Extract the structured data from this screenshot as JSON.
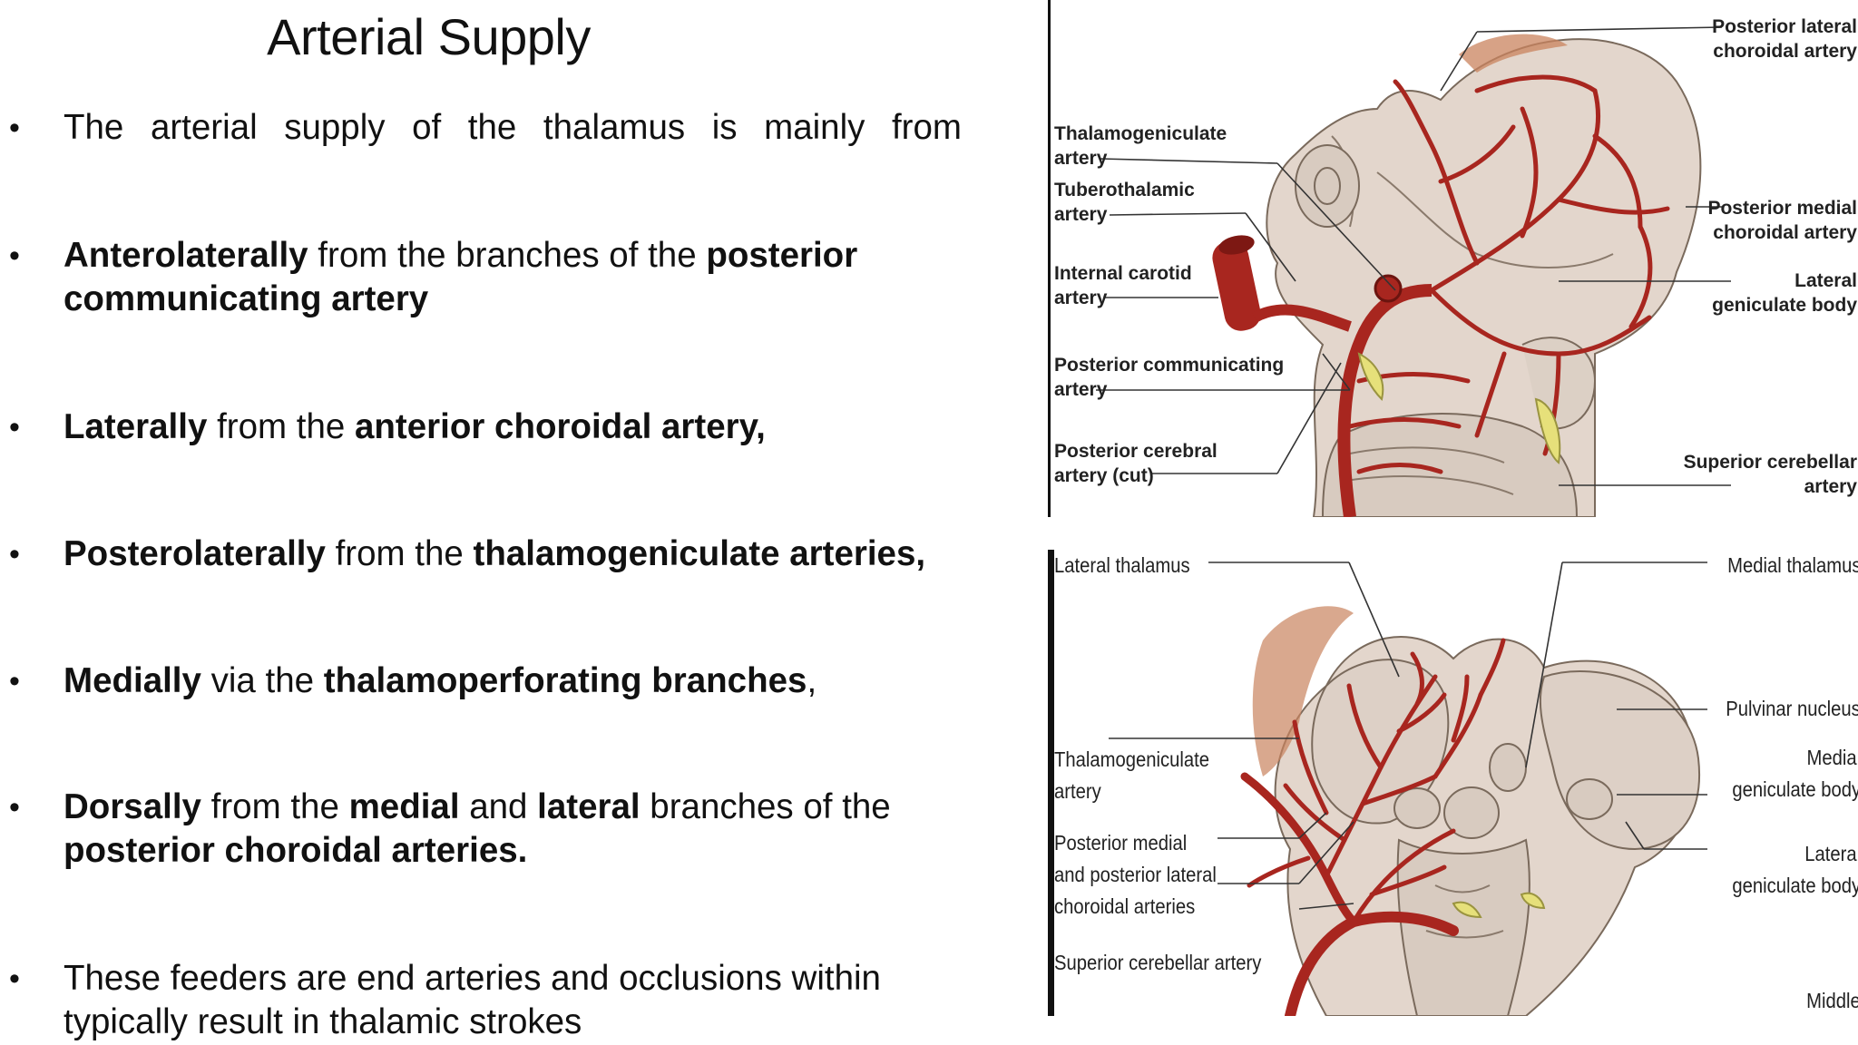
{
  "title": "Arterial Supply",
  "bullets": [
    {
      "parts": [
        {
          "text": "The arterial supply of the thalamus is mainly from",
          "bold": false
        }
      ]
    },
    {
      "parts": [
        {
          "text": "Anterolaterally",
          "bold": true
        },
        {
          "text": " from the branches of the ",
          "bold": false
        },
        {
          "text": "posterior communicating artery",
          "bold": true
        }
      ]
    },
    {
      "parts": [
        {
          "text": "Laterally",
          "bold": true
        },
        {
          "text": " from the ",
          "bold": false
        },
        {
          "text": "anterior choroidal artery,",
          "bold": true
        }
      ]
    },
    {
      "parts": [
        {
          "text": "Posterolaterally",
          "bold": true
        },
        {
          "text": " from the ",
          "bold": false
        },
        {
          "text": "thalamogeniculate arteries,",
          "bold": true
        }
      ]
    },
    {
      "parts": [
        {
          "text": "Medially",
          "bold": true
        },
        {
          "text": " via the ",
          "bold": false
        },
        {
          "text": "thalamoperforating branches",
          "bold": true
        },
        {
          "text": ",",
          "bold": false
        }
      ]
    },
    {
      "parts": [
        {
          "text": "Dorsally",
          "bold": true
        },
        {
          "text": " from the ",
          "bold": false
        },
        {
          "text": "medial",
          "bold": true
        },
        {
          "text": " and ",
          "bold": false
        },
        {
          "text": "lateral",
          "bold": true
        },
        {
          "text": " branches of the ",
          "bold": false
        },
        {
          "text": "posterior choroidal arteries.",
          "bold": true
        }
      ]
    },
    {
      "parts": [
        {
          "text": "These feeders are end arteries and occlusions within typically result in thalamic strokes",
          "bold": false
        }
      ]
    }
  ],
  "figure_top_labels": {
    "posterior_lateral_choroidal": [
      "Posterior lateral",
      "choroidal artery"
    ],
    "thalamogeniculate": [
      "Thalamogeniculate",
      "artery"
    ],
    "tuberothalamic": [
      "Tuberothalamic",
      "artery"
    ],
    "posterior_medial_choroidal": [
      "Posterior medial",
      "choroidal artery"
    ],
    "internal_carotid": [
      "Internal carotid",
      "artery"
    ],
    "lateral_geniculate": [
      "Lateral",
      "geniculate body"
    ],
    "posterior_communicating": [
      "Posterior communicating",
      "artery"
    ],
    "posterior_cerebral": [
      "Posterior cerebral",
      "artery (cut)"
    ],
    "superior_cerebellar": [
      "Superior cerebellar",
      "artery"
    ]
  },
  "figure_bottom_labels": {
    "lateral_thalamus": [
      "Lateral thalamus"
    ],
    "medial_thalamus": [
      "Medial thalamus"
    ],
    "pulvinar": [
      "Pulvinar nucleus"
    ],
    "thalamogeniculate": [
      "Thalamogeniculate",
      "artery"
    ],
    "medial_geniculate": [
      "Medial",
      "geniculate body"
    ],
    "posterior_choroidal": [
      "Posterior medial",
      "and posterior lateral",
      "choroidal arteries"
    ],
    "lateral_geniculate": [
      "Lateral",
      "geniculate body"
    ],
    "superior_cerebellar": [
      "Superior cerebellar artery"
    ],
    "middle": [
      "Middle"
    ]
  },
  "colors": {
    "artery": "#a8261f",
    "tissue": "#e3d6cc",
    "tissue_edge": "#7a6a5c",
    "nerve": "#e6e07a"
  }
}
